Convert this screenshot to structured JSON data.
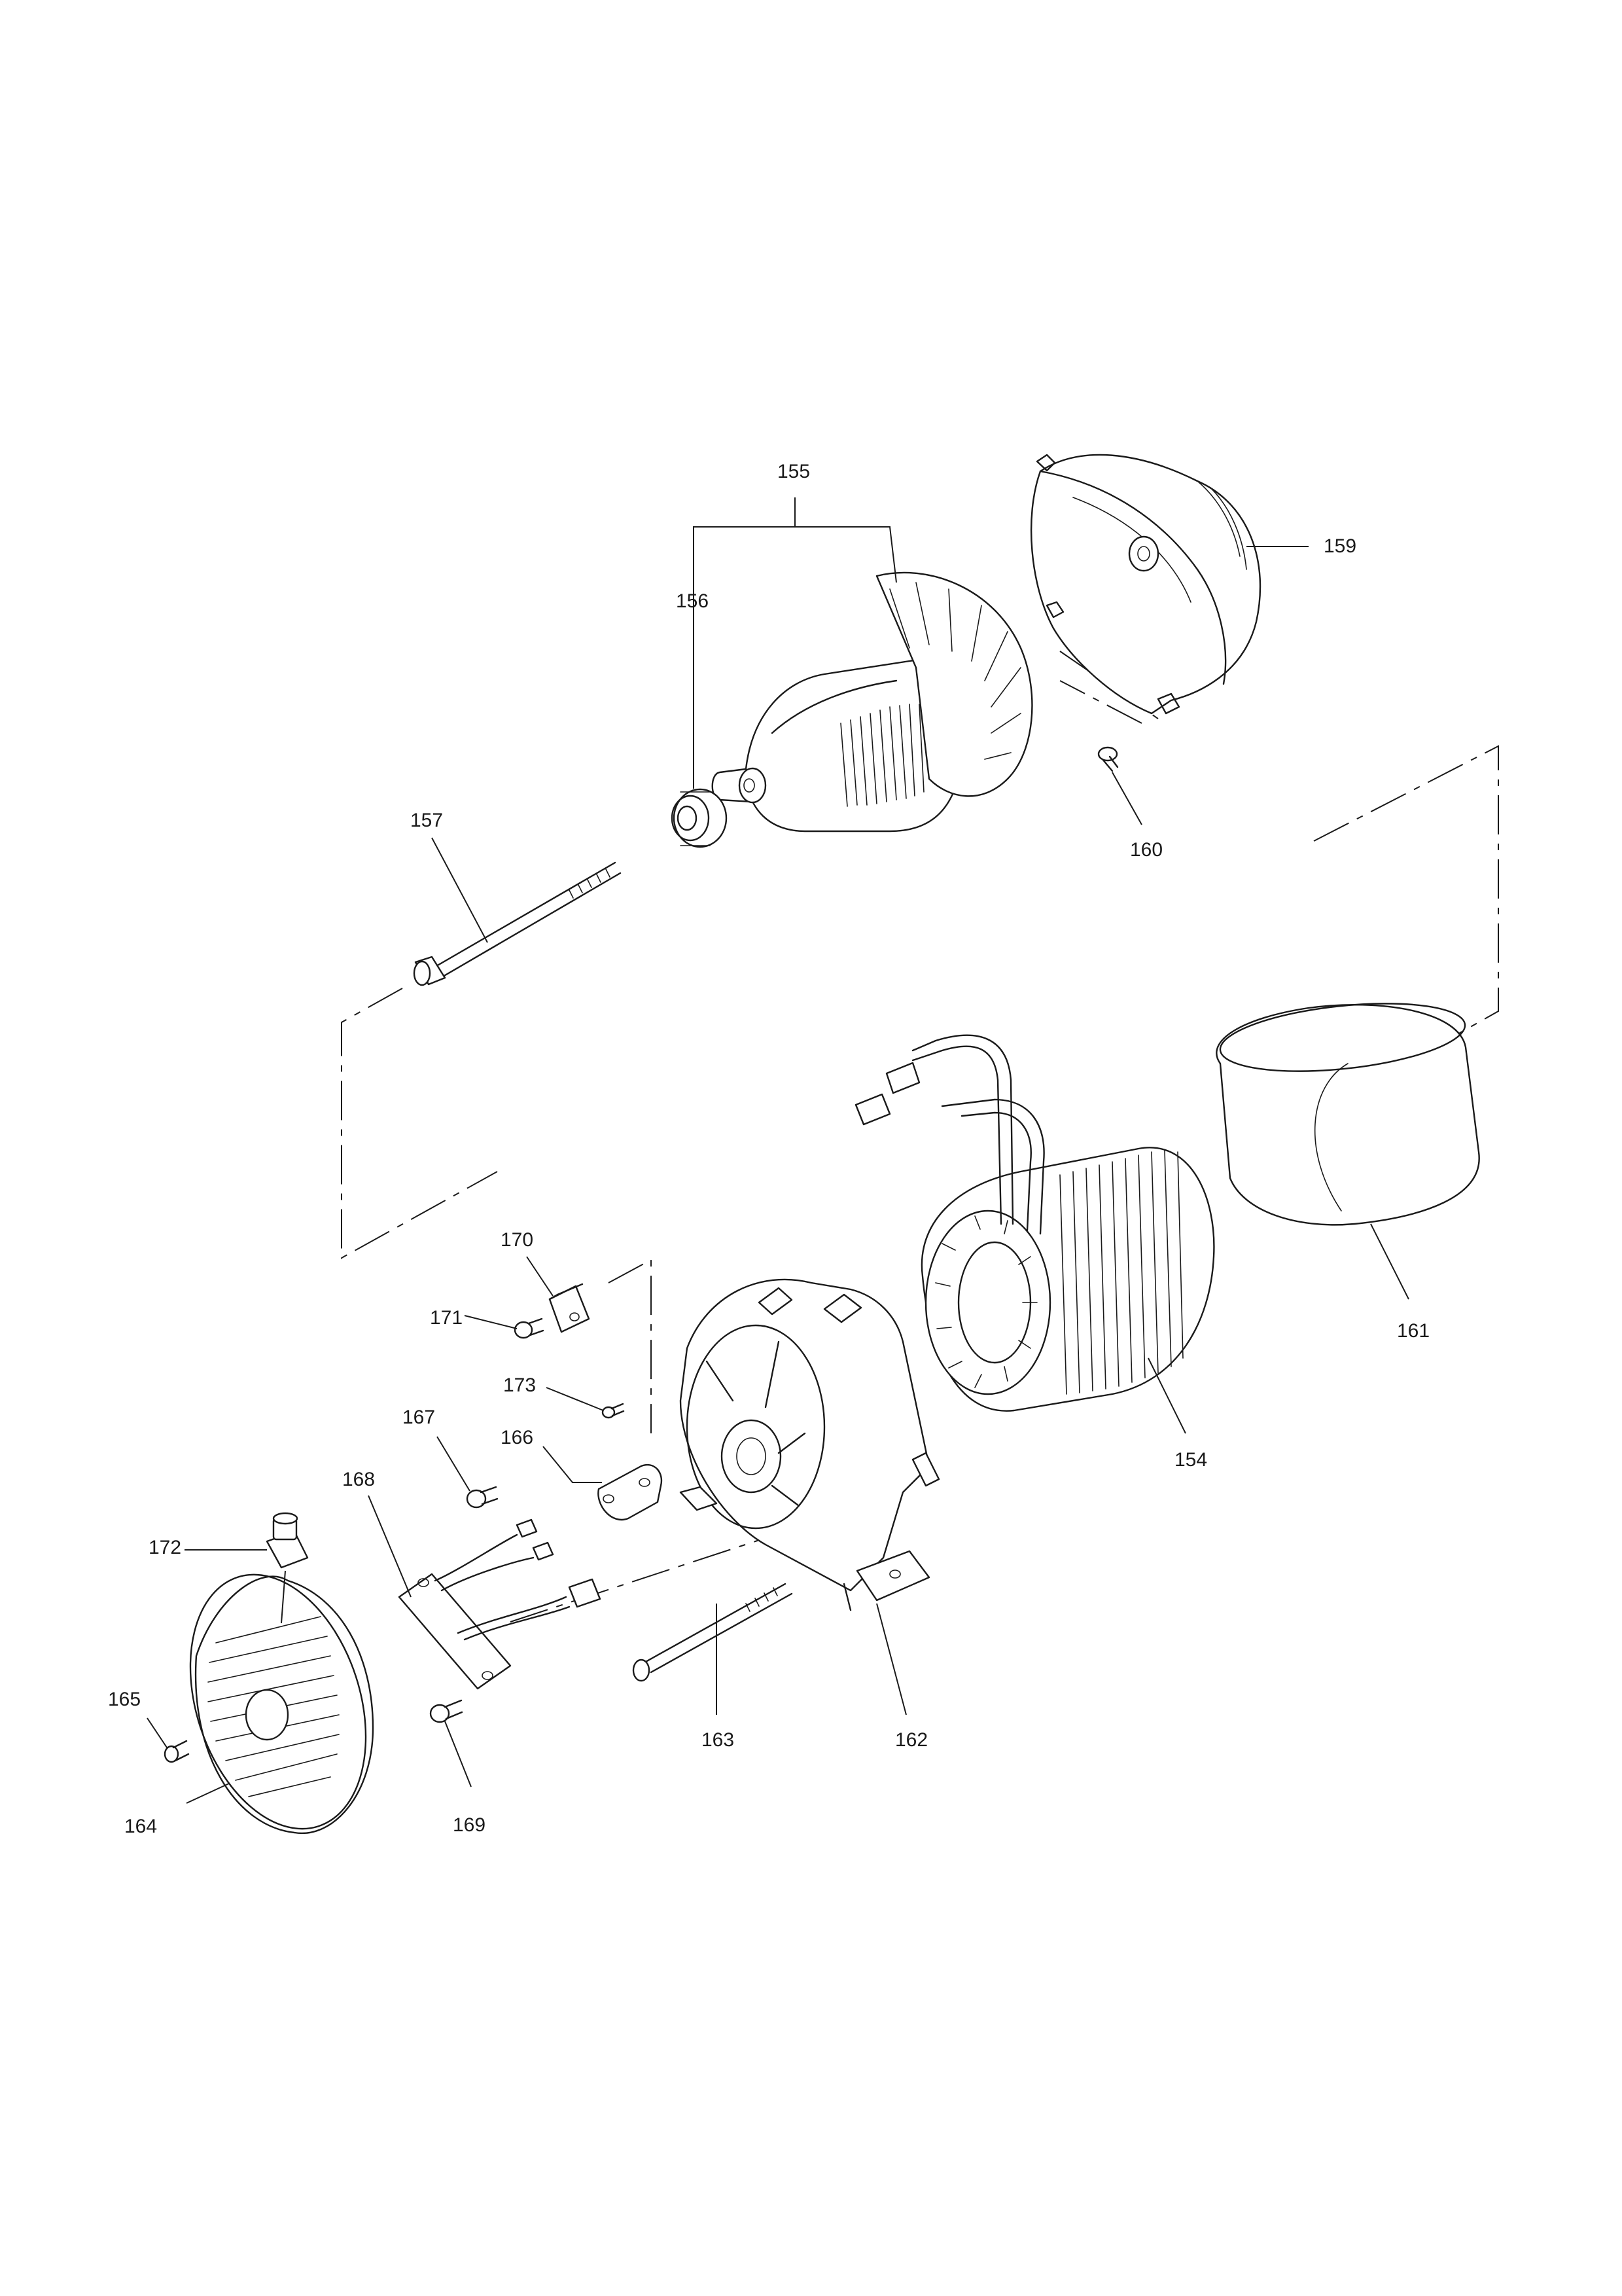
{
  "labels": {
    "p154": "154",
    "p155": "155",
    "p156": "156",
    "p157": "157",
    "p159": "159",
    "p160": "160",
    "p161": "161",
    "p162": "162",
    "p163": "163",
    "p164": "164",
    "p165": "165",
    "p166": "166",
    "p167": "167",
    "p168": "168",
    "p169": "169",
    "p170": "170",
    "p171": "171",
    "p172": "172",
    "p173": "173"
  }
}
